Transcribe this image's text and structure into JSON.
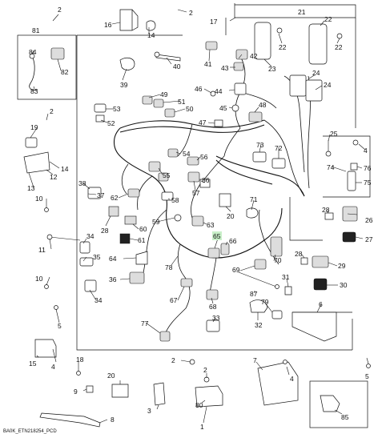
{
  "caption": "BA0K_ETN218254_PCD",
  "highlighted_callout": "65",
  "highlight_color": "#c9f0c9",
  "callouts": [
    {
      "id": "c1",
      "text": "1"
    },
    {
      "id": "c2a",
      "text": "2"
    },
    {
      "id": "c2b",
      "text": "2"
    },
    {
      "id": "c2c",
      "text": "2"
    },
    {
      "id": "c2d",
      "text": "2"
    },
    {
      "id": "c3",
      "text": "3"
    },
    {
      "id": "c4a",
      "text": "4"
    },
    {
      "id": "c4b",
      "text": "4"
    },
    {
      "id": "c4c",
      "text": "4"
    },
    {
      "id": "c5a",
      "text": "5"
    },
    {
      "id": "c5b",
      "text": "5"
    },
    {
      "id": "c6",
      "text": "6"
    },
    {
      "id": "c7",
      "text": "7"
    },
    {
      "id": "c8",
      "text": "8"
    },
    {
      "id": "c9",
      "text": "9"
    },
    {
      "id": "c10a",
      "text": "10"
    },
    {
      "id": "c10b",
      "text": "10"
    },
    {
      "id": "c11",
      "text": "11"
    },
    {
      "id": "c12",
      "text": "12"
    },
    {
      "id": "c13",
      "text": "13"
    },
    {
      "id": "c14a",
      "text": "14"
    },
    {
      "id": "c14b",
      "text": "14"
    },
    {
      "id": "c15",
      "text": "15"
    },
    {
      "id": "c16",
      "text": "16"
    },
    {
      "id": "c17",
      "text": "17"
    },
    {
      "id": "c18",
      "text": "18"
    },
    {
      "id": "c19",
      "text": "19"
    },
    {
      "id": "c20a",
      "text": "20"
    },
    {
      "id": "c20b",
      "text": "20"
    },
    {
      "id": "c21",
      "text": "21"
    },
    {
      "id": "c22a",
      "text": "22"
    },
    {
      "id": "c22b",
      "text": "22"
    },
    {
      "id": "c23",
      "text": "23"
    },
    {
      "id": "c24a",
      "text": "24"
    },
    {
      "id": "c24b",
      "text": "24"
    },
    {
      "id": "c25",
      "text": "25"
    },
    {
      "id": "c26",
      "text": "26"
    },
    {
      "id": "c27",
      "text": "27"
    },
    {
      "id": "c28a",
      "text": "28"
    },
    {
      "id": "c28b",
      "text": "28"
    },
    {
      "id": "c29",
      "text": "29"
    },
    {
      "id": "c30",
      "text": "30"
    },
    {
      "id": "c31",
      "text": "31"
    },
    {
      "id": "c32",
      "text": "32"
    },
    {
      "id": "c33",
      "text": "33"
    },
    {
      "id": "c34a",
      "text": "34"
    },
    {
      "id": "c34b",
      "text": "34"
    },
    {
      "id": "c35",
      "text": "35"
    },
    {
      "id": "c36",
      "text": "36"
    },
    {
      "id": "c37",
      "text": "37"
    },
    {
      "id": "c38",
      "text": "38"
    },
    {
      "id": "c39",
      "text": "39"
    },
    {
      "id": "c40",
      "text": "40"
    },
    {
      "id": "c41",
      "text": "41"
    },
    {
      "id": "c42",
      "text": "42"
    },
    {
      "id": "c43",
      "text": "43"
    },
    {
      "id": "c44",
      "text": "44"
    },
    {
      "id": "c45",
      "text": "45"
    },
    {
      "id": "c46",
      "text": "46"
    },
    {
      "id": "c47",
      "text": "47"
    },
    {
      "id": "c48",
      "text": "48"
    },
    {
      "id": "c49",
      "text": "49"
    },
    {
      "id": "c50",
      "text": "50"
    },
    {
      "id": "c51",
      "text": "51"
    },
    {
      "id": "c52",
      "text": "52"
    },
    {
      "id": "c53",
      "text": "53"
    },
    {
      "id": "c54",
      "text": "54"
    },
    {
      "id": "c55",
      "text": "55"
    },
    {
      "id": "c56",
      "text": "56"
    },
    {
      "id": "c57",
      "text": "57"
    },
    {
      "id": "c58",
      "text": "58"
    },
    {
      "id": "c59",
      "text": "59"
    },
    {
      "id": "c60",
      "text": "60"
    },
    {
      "id": "c61",
      "text": "61"
    },
    {
      "id": "c62",
      "text": "62"
    },
    {
      "id": "c63",
      "text": "63"
    },
    {
      "id": "c64",
      "text": "64"
    },
    {
      "id": "c65",
      "text": "65"
    },
    {
      "id": "c66",
      "text": "66"
    },
    {
      "id": "c67",
      "text": "67"
    },
    {
      "id": "c68",
      "text": "68"
    },
    {
      "id": "c69",
      "text": "69"
    },
    {
      "id": "c70",
      "text": "70"
    },
    {
      "id": "c71",
      "text": "71"
    },
    {
      "id": "c72",
      "text": "72"
    },
    {
      "id": "c73",
      "text": "73"
    },
    {
      "id": "c74",
      "text": "74"
    },
    {
      "id": "c75",
      "text": "75"
    },
    {
      "id": "c76",
      "text": "76"
    },
    {
      "id": "c77",
      "text": "77"
    },
    {
      "id": "c78",
      "text": "78"
    },
    {
      "id": "c79",
      "text": "79"
    },
    {
      "id": "c80",
      "text": "80"
    },
    {
      "id": "c81",
      "text": "81"
    },
    {
      "id": "c82",
      "text": "82"
    },
    {
      "id": "c83",
      "text": "83"
    },
    {
      "id": "c84",
      "text": "84"
    },
    {
      "id": "c85",
      "text": "85"
    },
    {
      "id": "c86",
      "text": "86"
    },
    {
      "id": "c87",
      "text": "87"
    }
  ]
}
